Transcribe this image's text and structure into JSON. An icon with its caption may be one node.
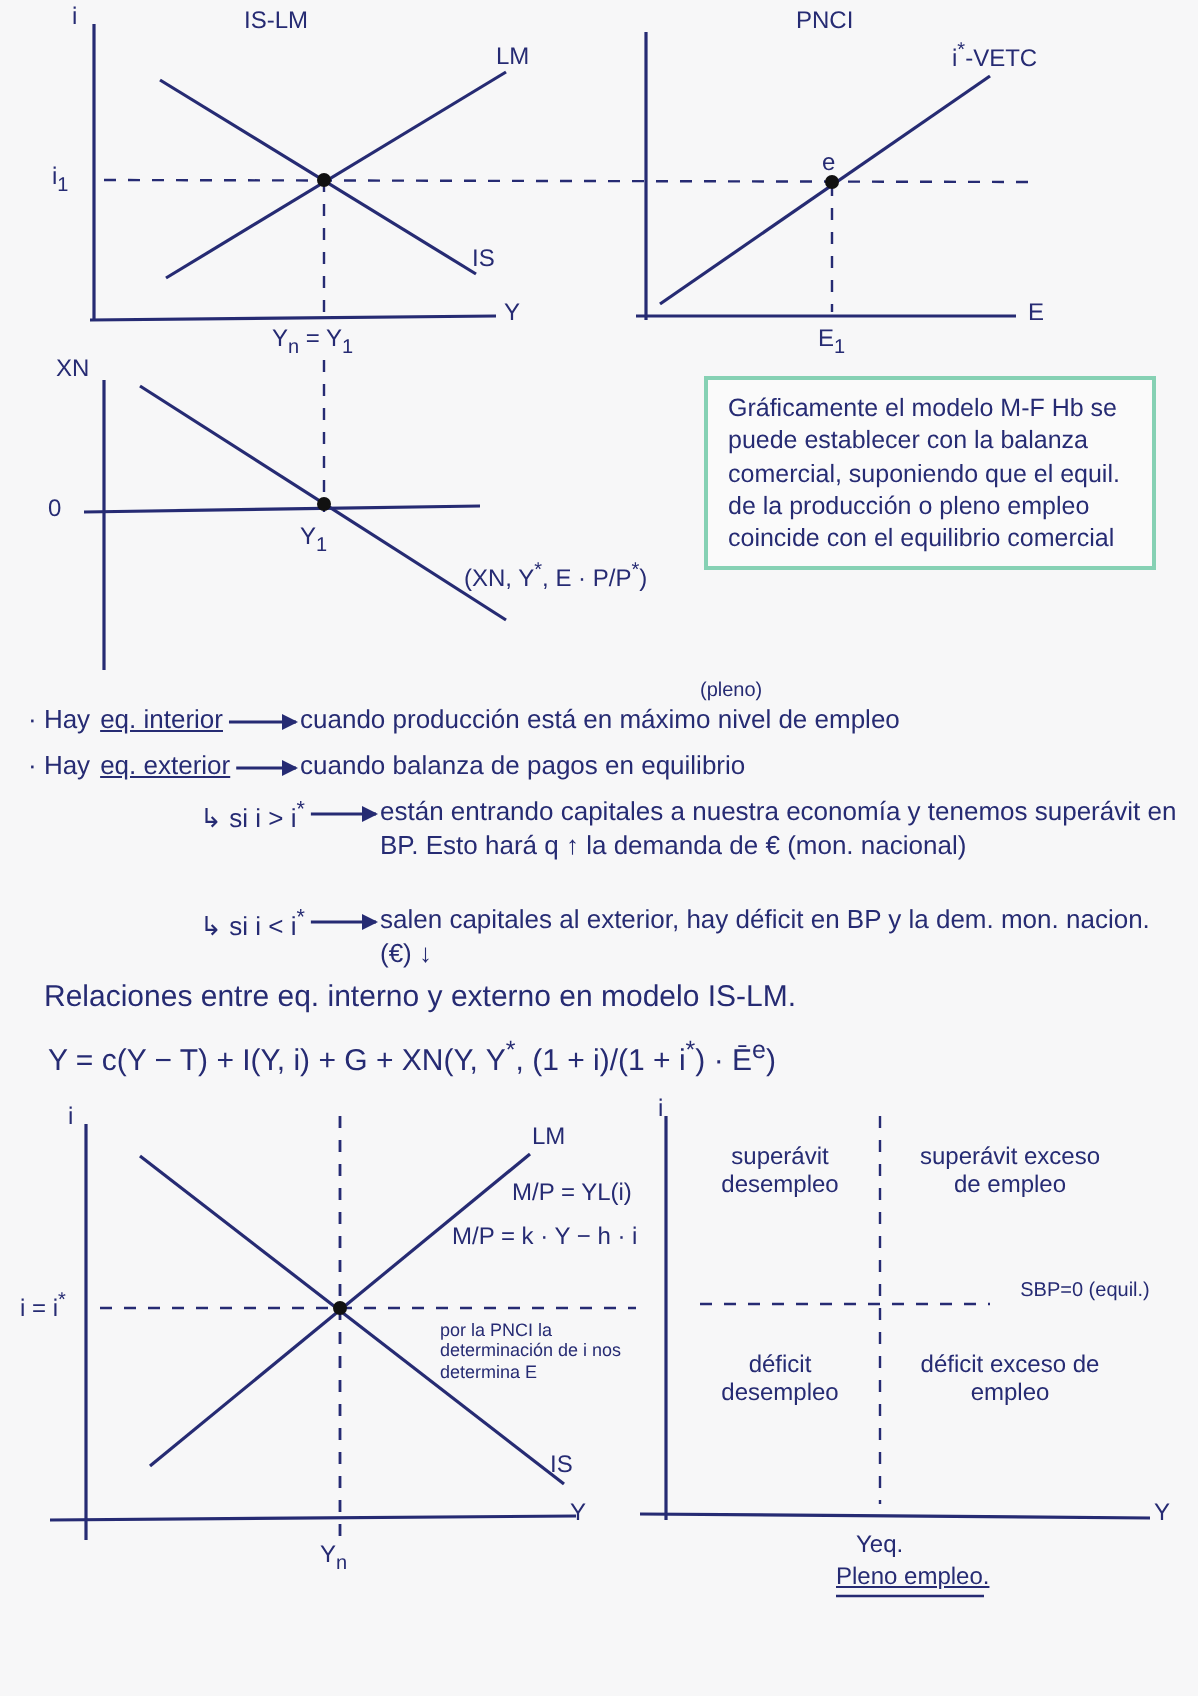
{
  "diagram": {
    "nodes": [
      {
        "text": [
          "Gráficamente el modelo M-F Hb se puede establecer con la balanza comercial, suponiendo que el equil. de la producción o pleno empleo coincide con el equilibrio comercial"
        ]
      },
      {
        "text": [
          "· Hay",
          "eq. interior"
        ]
      },
      {
        "text": [
          "cuando producción está en máximo nivel de empleo"
        ],
        "beside": [
          "(pleno)"
        ]
      },
      {
        "text": [
          "· Hay",
          "eq. exterior"
        ]
      },
      {
        "text": [
          "cuando balanza de pagos en equilibrio"
        ]
      },
      {
        "text": [
          "↳ si i > i$^{*}$"
        ]
      },
      {
        "text": [
          "están entrando capitales a nuestra economía y tenemos superávit en BP. Esto hará q ↑ la demanda de € (mon. nacional)"
        ]
      },
      {
        "text": [
          "↳ si i < i$^{*}$"
        ]
      },
      {
        "text": [
          "salen capitales al exterior, hay déficit en BP y la dem. mon. nacion. (€) ↓"
        ]
      }
    ],
    "edges": [
      {
        "from": 1,
        "to": 2,
        "arrow": "to"
      },
      {
        "from": 3,
        "to": 4,
        "arrow": "to"
      },
      {
        "from": 5,
        "to": 6,
        "arrow": "to"
      },
      {
        "from": 7,
        "to": 8,
        "arrow": "to"
      }
    ],
    "labels": [
      "i",
      "IS-LM",
      "LM",
      "i$_{1}$",
      "IS",
      "Y",
      "Y$_{n}$ = Y$_{1}$",
      "PNCI",
      "i$^{*}$-VETC",
      "e",
      "E",
      "E$_{1}$",
      "XN",
      "0",
      "Y$_{1}$",
      "(XN, Y$^{*}$, E · P/P$^{*}$)",
      "Relaciones entre eq. interno y externo en modelo IS-LM.",
      "Y = c(Y − T) + I(Y, i) + G + XN(Y, Y$^{*}$, (1 + i)/(1 + i$^{*}$) · Ē$^{e}$)",
      "i",
      "LM",
      "M/P = YL(i)",
      "M/P = k · Y − h · i",
      "i = i$^{*}$",
      "por la PNCI la determinación de i nos determina E",
      "IS",
      "Y",
      "Y$_{n}$",
      "i",
      "superávit desempleo",
      "superávit exceso de empleo",
      "SBP=0 (equil.)",
      "déficit desempleo",
      "déficit exceso de empleo",
      "Y",
      "Yeq.",
      "Pleno empleo."
    ]
  }
}
